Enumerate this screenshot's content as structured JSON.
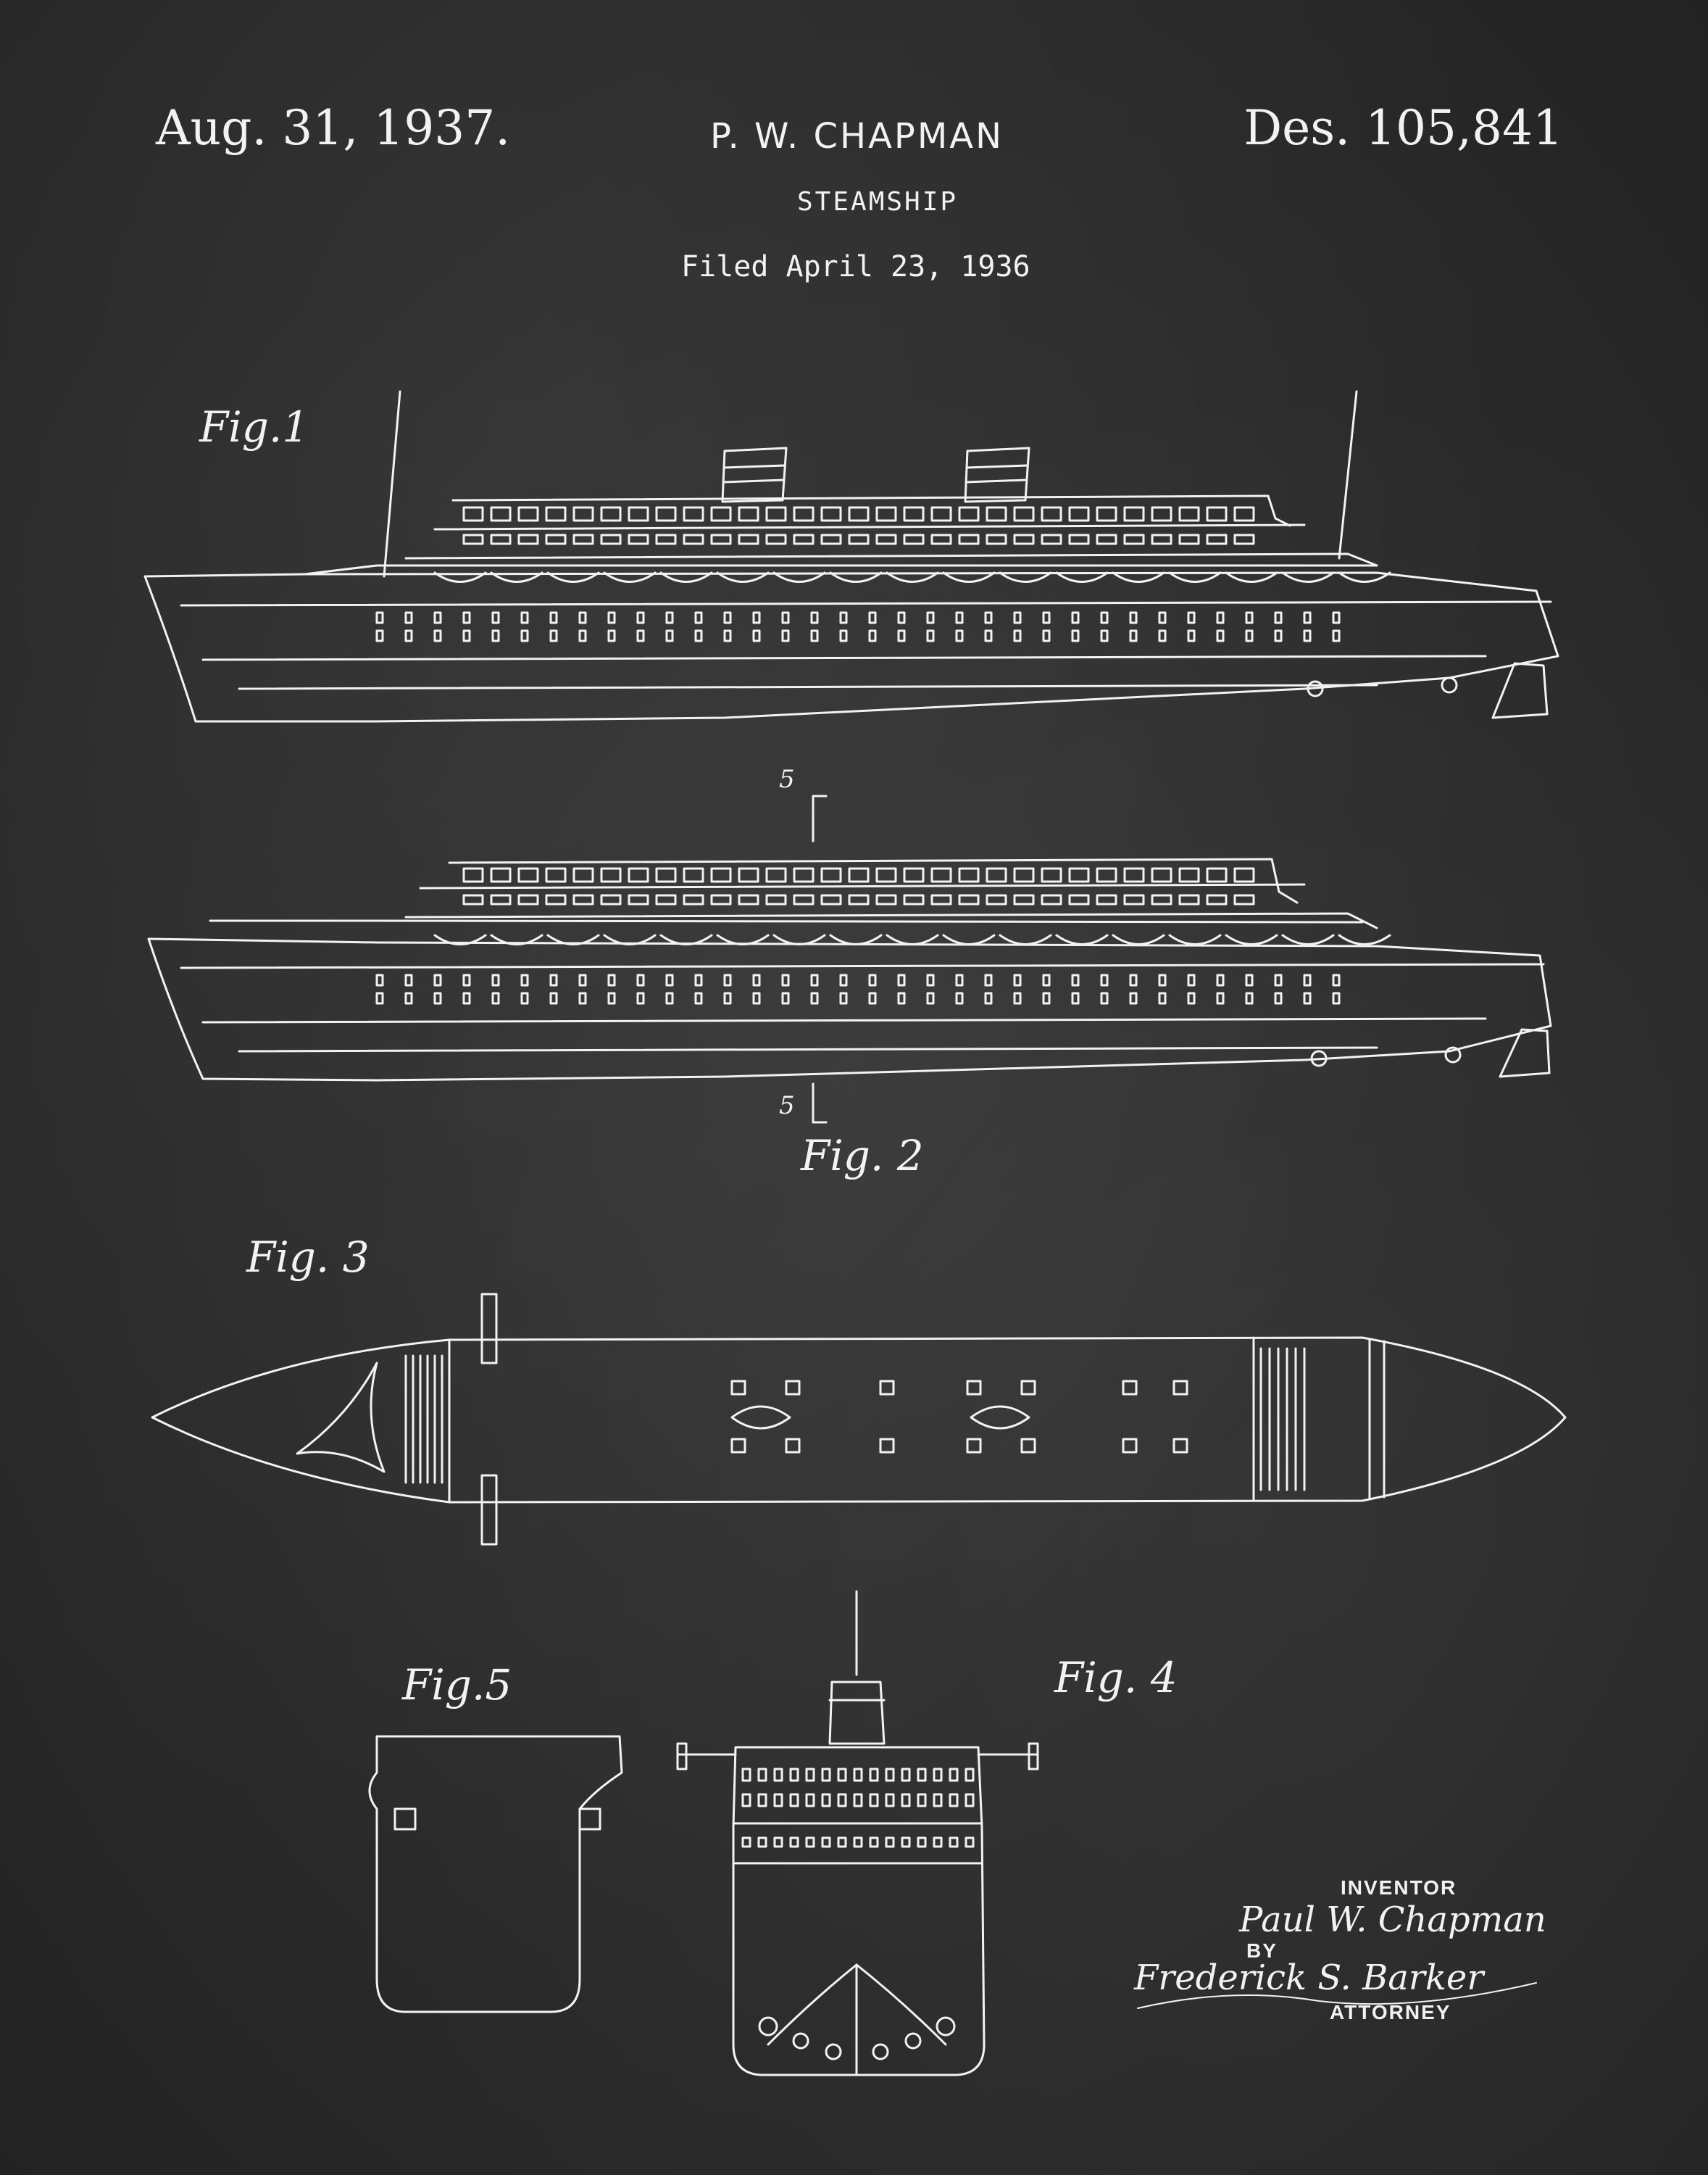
{
  "header": {
    "date": "Aug. 31, 1937.",
    "inventor_name": "P. W. CHAPMAN",
    "patent_number": "Des. 105,841",
    "title": "STEAMSHIP",
    "filed": "Filed April 23, 1936"
  },
  "figures": {
    "fig1": "Fig.1",
    "fig2": "Fig. 2",
    "fig3": "Fig. 3",
    "fig4": "Fig. 4",
    "fig5": "Fig.5",
    "section_mark": "5"
  },
  "signatures": {
    "inventor_label": "INVENTOR",
    "inventor_signature": "Paul W. Chapman",
    "by_label": "BY",
    "attorney_signature": "Frederick S. Barker",
    "attorney_label": "ATTORNEY"
  },
  "colors": {
    "background": "#2c2c2c",
    "ink": "#f2f2f2"
  }
}
